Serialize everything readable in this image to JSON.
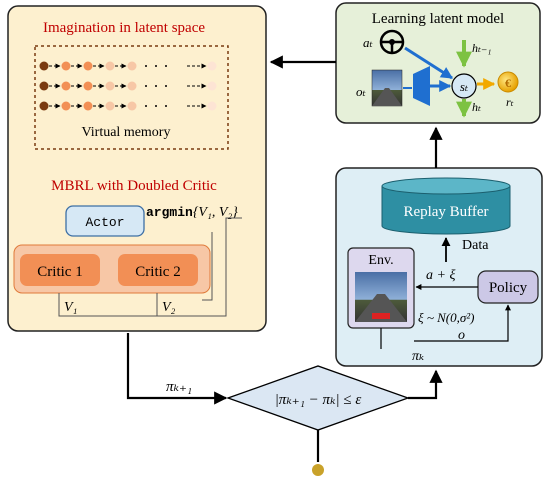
{
  "left_panel": {
    "title": "Imagination in latent space",
    "memory_label": "Virtual memory",
    "mbrl_title": "MBRL with Doubled Critic",
    "actor_label": "Actor",
    "argmin_prefix": "argmin",
    "argmin_args": "{V₁, V₂}",
    "critic1_label": "Critic 1",
    "critic2_label": "Critic 2",
    "v1_label": "V₁",
    "v2_label": "V₂"
  },
  "latent_model": {
    "title": "Learning latent model",
    "a_t": "aₜ",
    "o_t": "oₜ",
    "s_t": "sₜ",
    "h_prev": "hₜ₋₁",
    "h_t": "hₜ",
    "r_t": "rₜ"
  },
  "right_panel": {
    "replay_buffer": "Replay Buffer",
    "data_label": "Data",
    "env_label": "Env.",
    "policy_label": "Policy",
    "a_plus_xi": "a + ξ",
    "noise": "ξ ~ N(0,σ²)",
    "o_label": "o",
    "pi_k": "πₖ"
  },
  "flow": {
    "pi_k1": "πₖ₊₁",
    "condition": "|πₖ₊₁ − πₖ| ≤ ε"
  },
  "colors": {
    "left_fill": "#fdf0cf",
    "latent_fill": "#e6f0d9",
    "right_fill": "#deeef5",
    "critic_outer": "#f7c7a6",
    "critic_inner": "#f28f55",
    "actor_fill": "#d6e8f5",
    "buffer_fill": "#2e8fa3",
    "policy_fill": "#ccc8e6",
    "env_fill": "#ddd8ee",
    "diamond_fill": "#dbe7f3",
    "red_text": "#c00000",
    "terminal": "#c9a22a"
  }
}
